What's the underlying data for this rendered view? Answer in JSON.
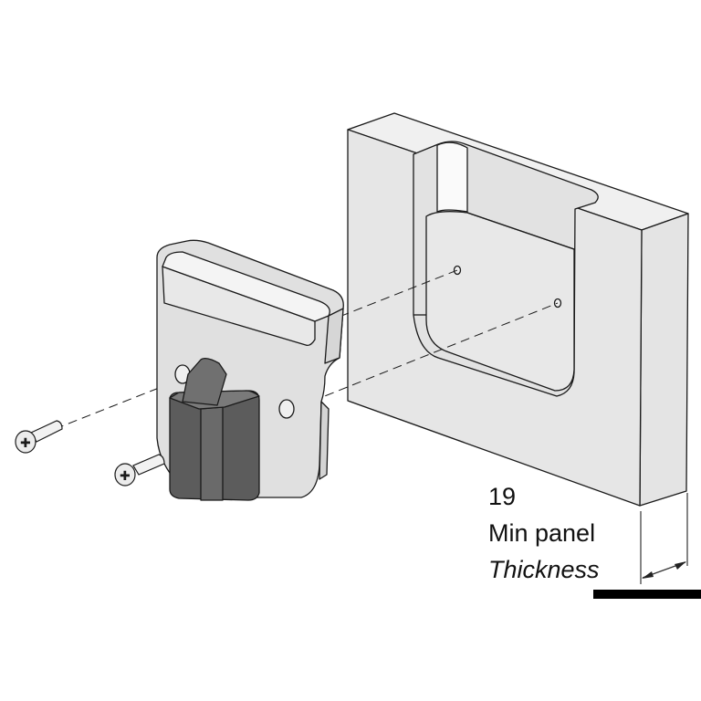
{
  "diagram": {
    "dimension": {
      "value": "19",
      "label_line1": "Min panel",
      "label_line2": "Thickness"
    },
    "colors": {
      "panel_fill": "#e6e6e6",
      "panel_face": "#ececec",
      "latch_body": "#dcdcdc",
      "knob_dark": "#5c5c5c",
      "outline": "#1a1a1a"
    }
  }
}
